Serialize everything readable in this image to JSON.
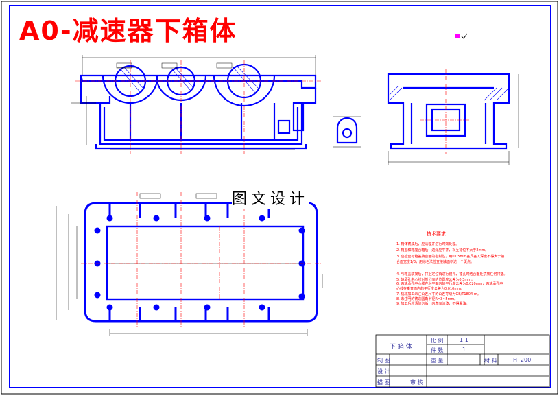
{
  "title": "A0-减速器下箱体",
  "watermark": "图文设计",
  "title_block": {
    "part_name": "下 箱 体",
    "scale_label": "比 例",
    "scale_value": "1:1",
    "qty_label": "件 数",
    "qty_value": "1",
    "material_label": "材 料",
    "material_value": "HT200",
    "weight_label": "重 量",
    "drawn_label": "制 图",
    "design_label": "设 计",
    "check_label": "描 图",
    "review_label": "审 核"
  },
  "tech_requirements": {
    "heading": "技术要求",
    "items": [
      "1. 箱体铸成后，应清理并进行时效处理。",
      "2. 箱盖和箱座合箱后，边缘应平齐，相互错位不大于2mm。",
      "3. 应检查与箱盖接合面的密封性，用0.05mm塞尺塞入深度不得大于接合面宽度1/3，用涂色法检查接触面积达一个斑点。",
      "4. 与箱盖联接后，打上定位销进行镗孔，镗孔时结合面处禁放任何衬垫。",
      "5. 轴承孔中心线对剖分面的位置度公差为0.3mm。",
      "6. 两轴承孔中心线在水平面内的平行度公差为0.020mm，两轴承孔中心线在垂直面内的平行度公差为0.010mm。",
      "7. 机械加工未注公差尺寸的公差等级为GB/T1804-m。",
      "8. 未注明的铸造圆角半径R=3~5mm。",
      "9. 加工后应清除污垢，内表面涂漆，不得漏油。"
    ]
  },
  "colors": {
    "border": "#0000ff",
    "part": "#0000ff",
    "dimension": "#000000",
    "center_line": "#ff0000",
    "title": "#ff0000"
  }
}
